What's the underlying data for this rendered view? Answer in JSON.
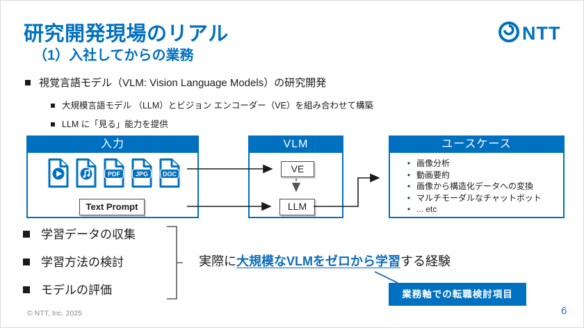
{
  "slide": {
    "title": "研究開発現場のリアル",
    "subtitle": "（1）入社してからの業務",
    "logo_text": "NTT",
    "footer": "© NTT, Inc.  2025",
    "page_number": "6"
  },
  "colors": {
    "accent_blue": "#0070C0",
    "logo_blue": "#0072BC",
    "highlight_blue": "#0B6CBE",
    "callout_line_blue": "#2E75B6"
  },
  "intro": {
    "level1": "視覚言語モデル（VLM: Vision Language Models）の研究開発",
    "level2_items": [
      "大規模言語モデル （LLM）とビジョン エンコーダー（VE）を組み合わせて構築",
      "LLM に「見る」能力を提供"
    ]
  },
  "diagram": {
    "input_box": {
      "header": "入力",
      "icons": [
        "video-file-icon",
        "audio-file-icon",
        "pdf-file-icon",
        "jpg-file-icon",
        "doc-file-icon"
      ],
      "badges": {
        "pdf": "PDF",
        "jpg": "JPG",
        "doc": "DOC"
      },
      "text_prompt": "Text Prompt"
    },
    "vlm_box": {
      "header": "VLM",
      "ve_label": "VE",
      "llm_label": "LLM"
    },
    "usecase_box": {
      "header": "ユースケース",
      "items": [
        "画像分析",
        "動画要約",
        "画像から構造化データへの変換",
        "マルチモーダルなチャットボット",
        "... etc"
      ]
    }
  },
  "work_items": [
    "学習データの収集",
    "学習方法の検討",
    "モデルの評価"
  ],
  "summary": {
    "prefix": "実際に",
    "highlight": "大規模なVLMをゼロから学習",
    "suffix": "する経験"
  },
  "callout": {
    "label": "業務軸での転職検討項目"
  }
}
